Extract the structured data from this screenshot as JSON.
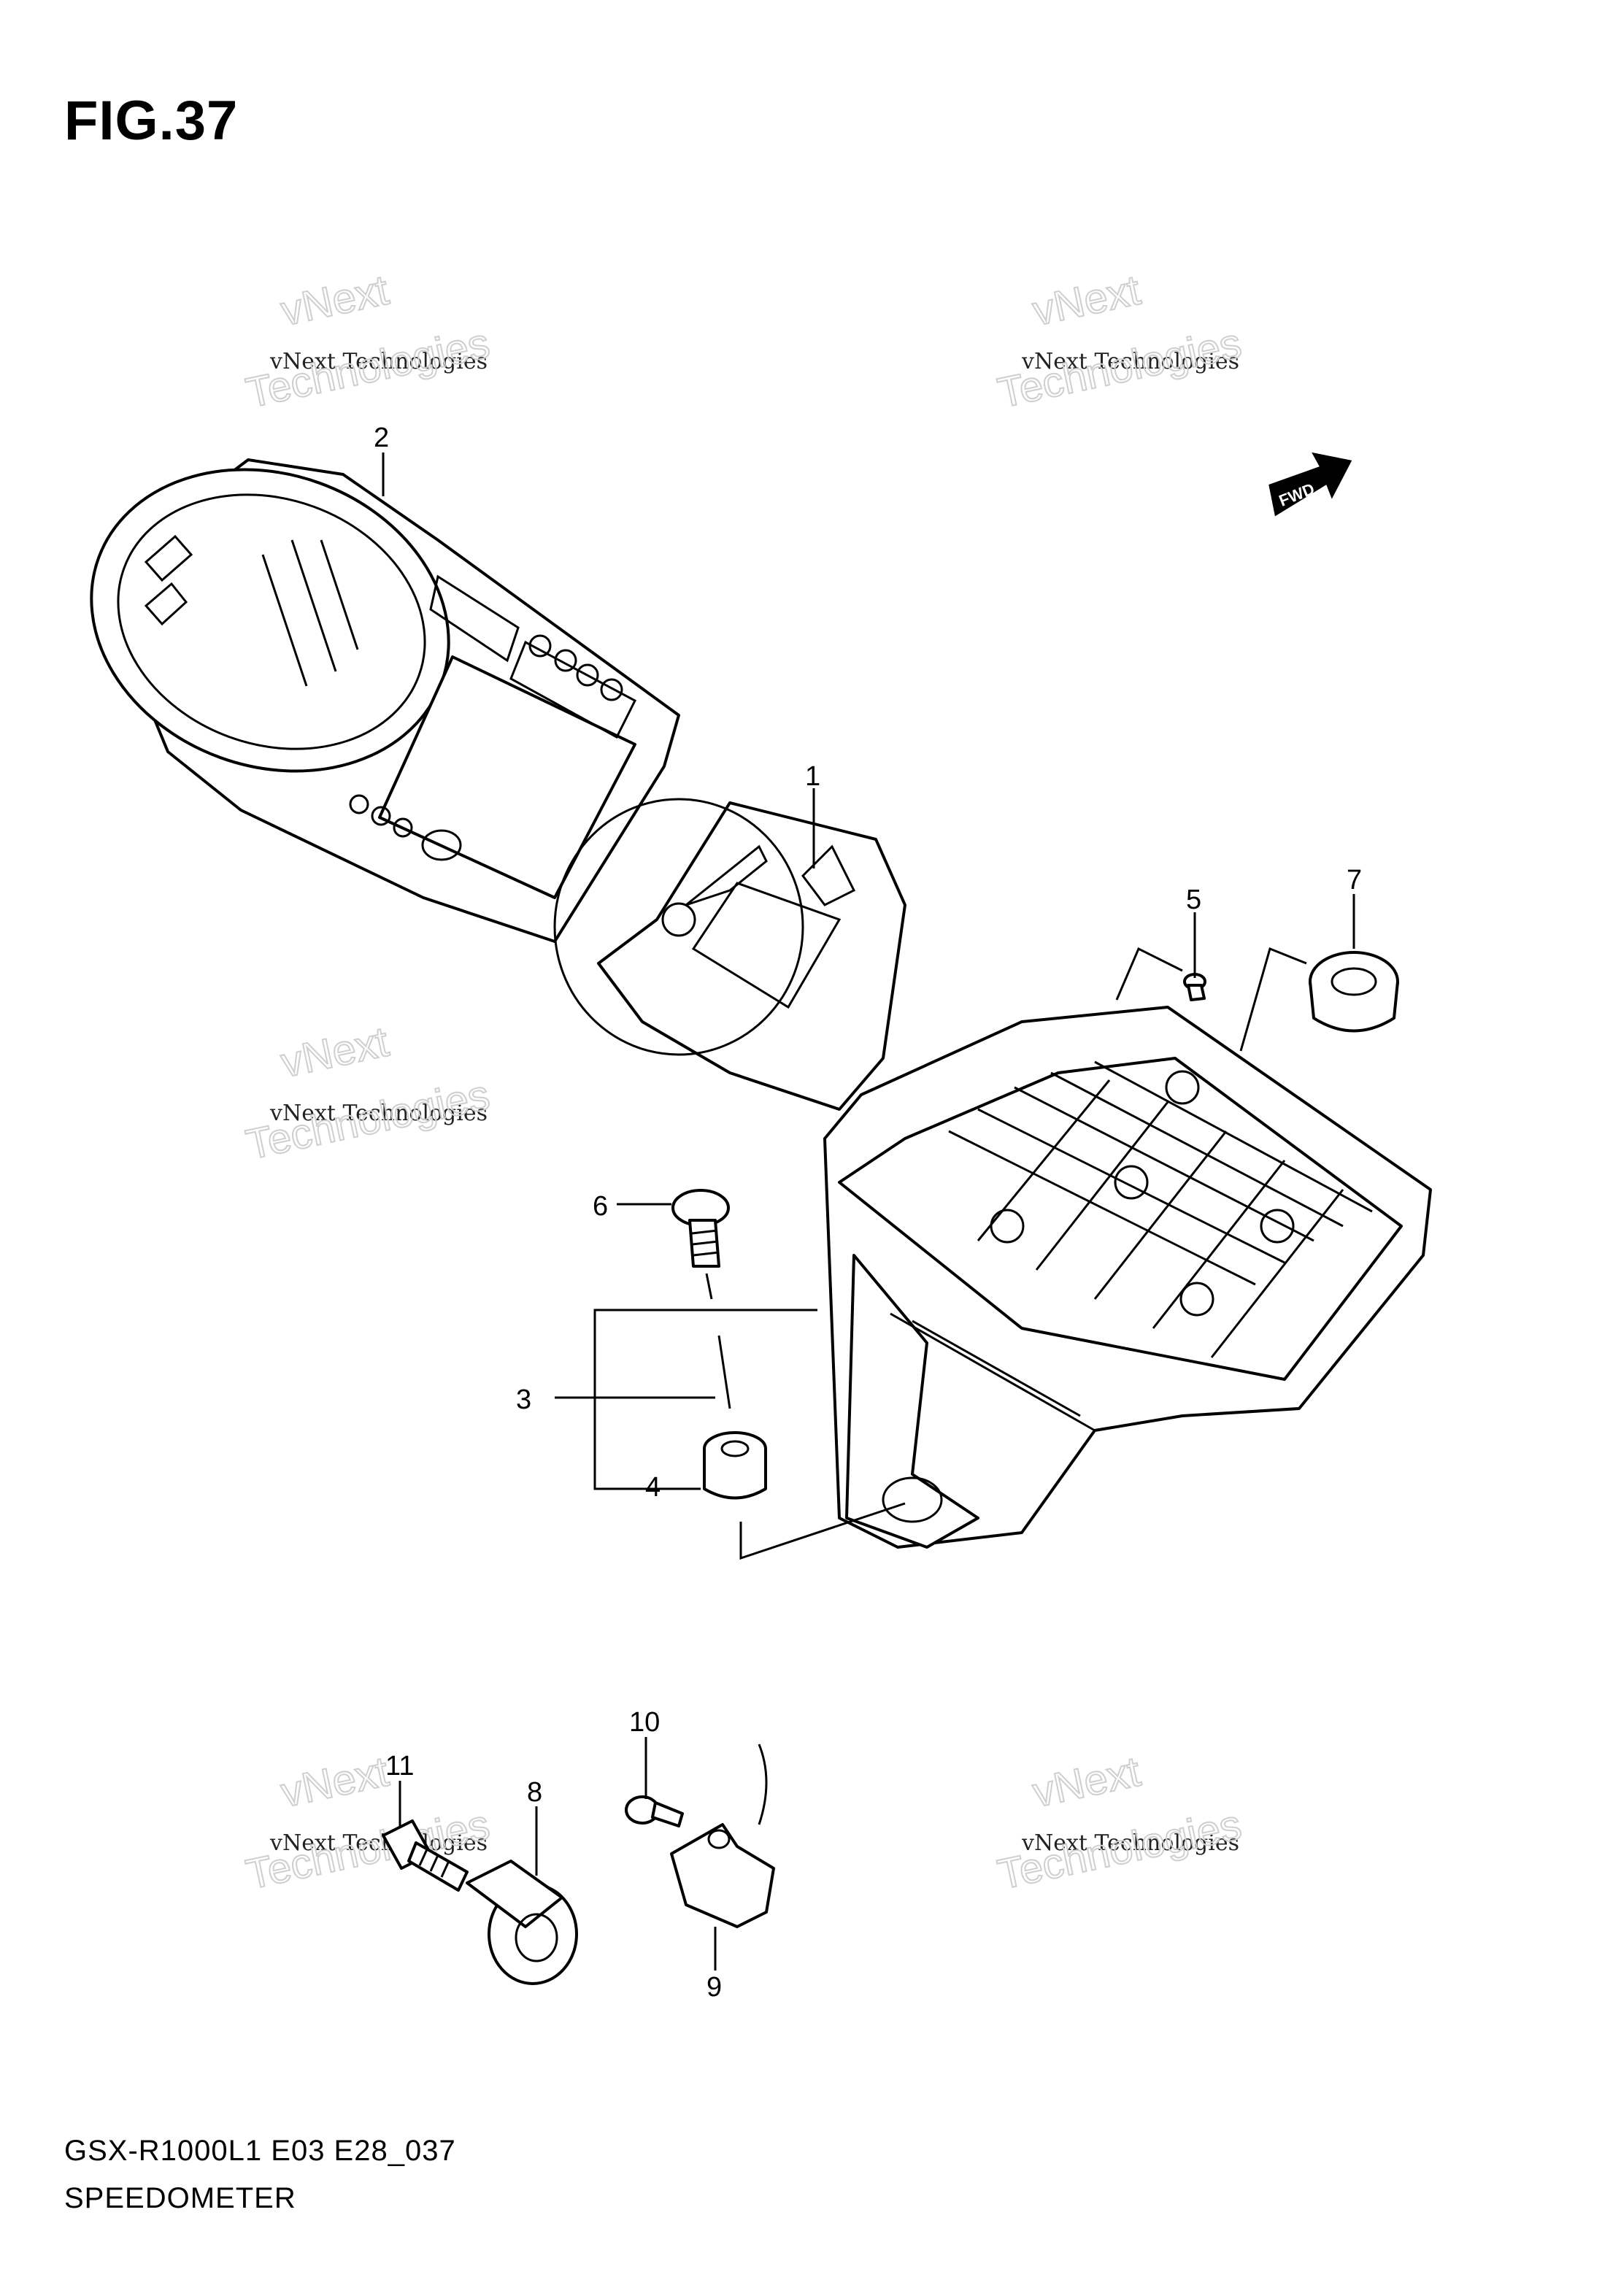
{
  "figure": {
    "title": "FIG.37"
  },
  "footer": {
    "model_code": "GSX-R1000L1  E03 E28_037",
    "section_name": "SPEEDOMETER"
  },
  "fwd_label": "FWD",
  "watermark": {
    "line1": "vNext",
    "line2": "vNext Technologies",
    "line3": "Technologies"
  },
  "callouts": [
    "1",
    "2",
    "3",
    "4",
    "5",
    "6",
    "7",
    "8",
    "9",
    "10",
    "11"
  ]
}
